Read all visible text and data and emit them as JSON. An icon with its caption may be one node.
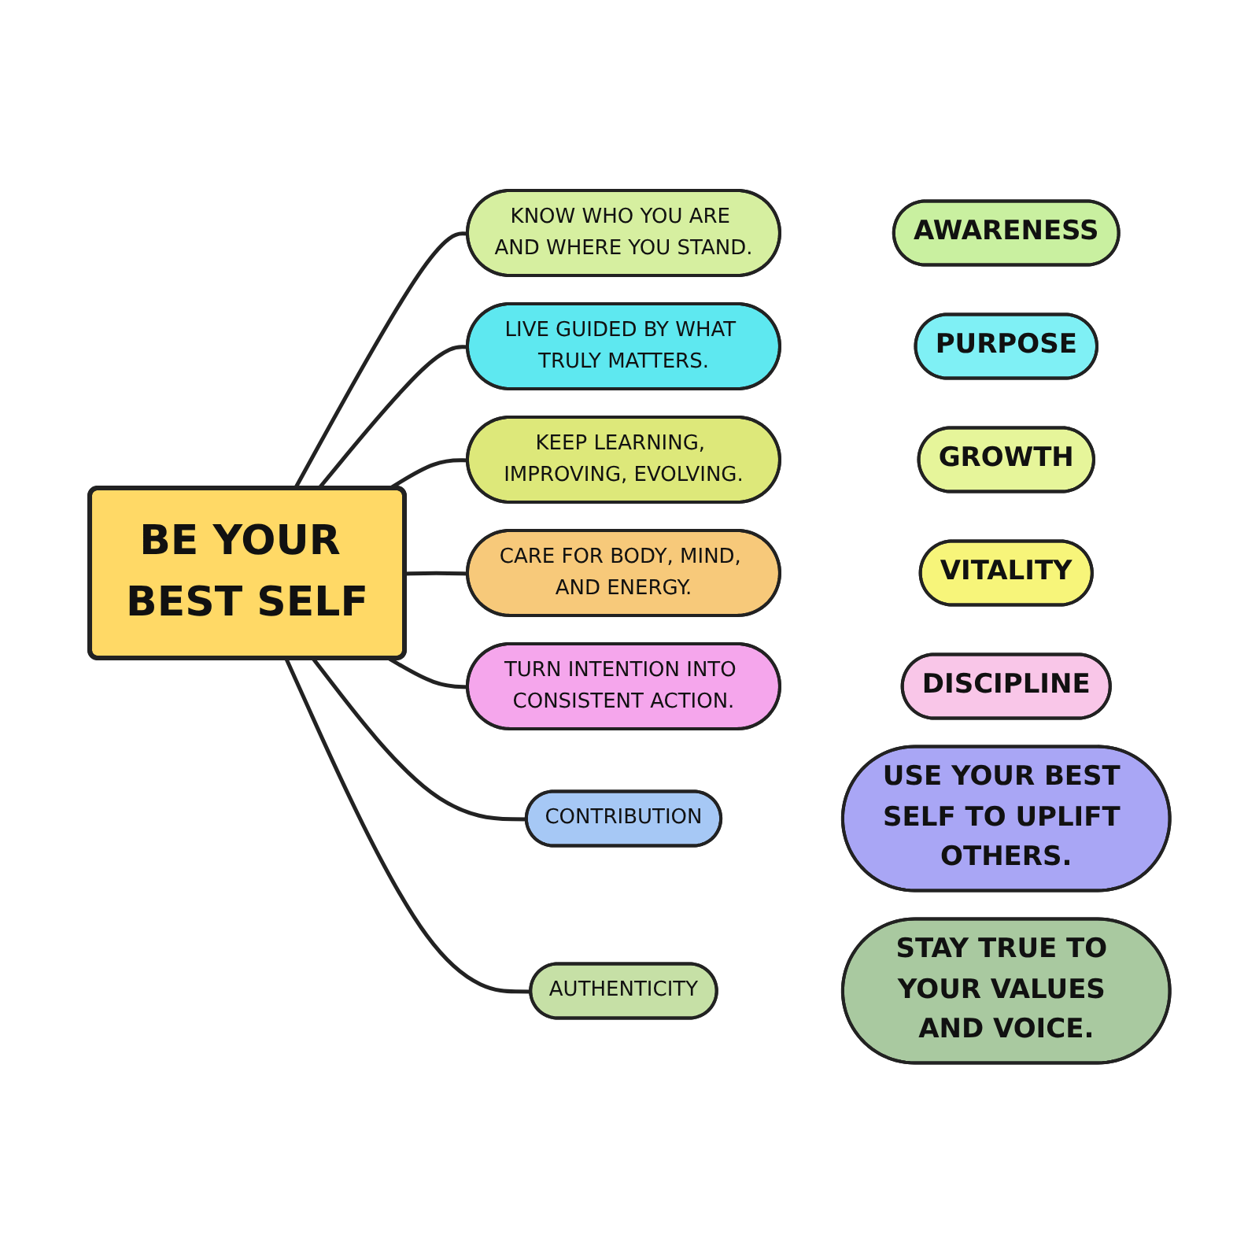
{
  "diagram": {
    "nodes": [
      {
        "text": [
          "AWARENESS"
        ]
      },
      {
        "text": [
          "KNOW WHO YOU ARE AND WHERE YOU STAND."
        ]
      },
      {
        "text": [
          "PURPOSE"
        ]
      },
      {
        "text": [
          "LIVE GUIDED BY WHAT TRULY MATTERS."
        ]
      },
      {
        "text": [
          "GROWTH"
        ]
      },
      {
        "text": [
          "KEEP LEARNING, IMPROVING, EVOLVING."
        ]
      },
      {
        "text": [
          "BE YOUR BEST SELF"
        ]
      },
      {
        "text": [
          "VITALITY"
        ]
      },
      {
        "text": [
          "CARE FOR BODY, MIND, AND ENERGY."
        ]
      },
      {
        "text": [
          "DISCIPLINE"
        ]
      },
      {
        "text": [
          "TURN INTENTION INTO CONSISTENT ACTION."
        ]
      },
      {
        "text": [
          "CONTRIBUTION"
        ]
      },
      {
        "text": [
          "USE YOUR BEST SELF TO UPLIFT OTHERS."
        ]
      },
      {
        "text": [
          "AUTHENTICITY"
        ]
      },
      {
        "text": [
          "STAY TRUE TO YOUR VALUES AND VOICE."
        ]
      }
    ],
    "edges": [
      {
        "from": 6,
        "to": 1,
        "arrow": "none"
      },
      {
        "from": 6,
        "to": 3,
        "arrow": "none"
      },
      {
        "from": 6,
        "to": 5,
        "arrow": "none"
      },
      {
        "from": 6,
        "to": 8,
        "arrow": "none"
      },
      {
        "from": 6,
        "to": 10,
        "arrow": "none"
      },
      {
        "from": 6,
        "to": 11,
        "arrow": "none"
      },
      {
        "from": 6,
        "to": 13,
        "arrow": "none"
      }
    ]
  }
}
